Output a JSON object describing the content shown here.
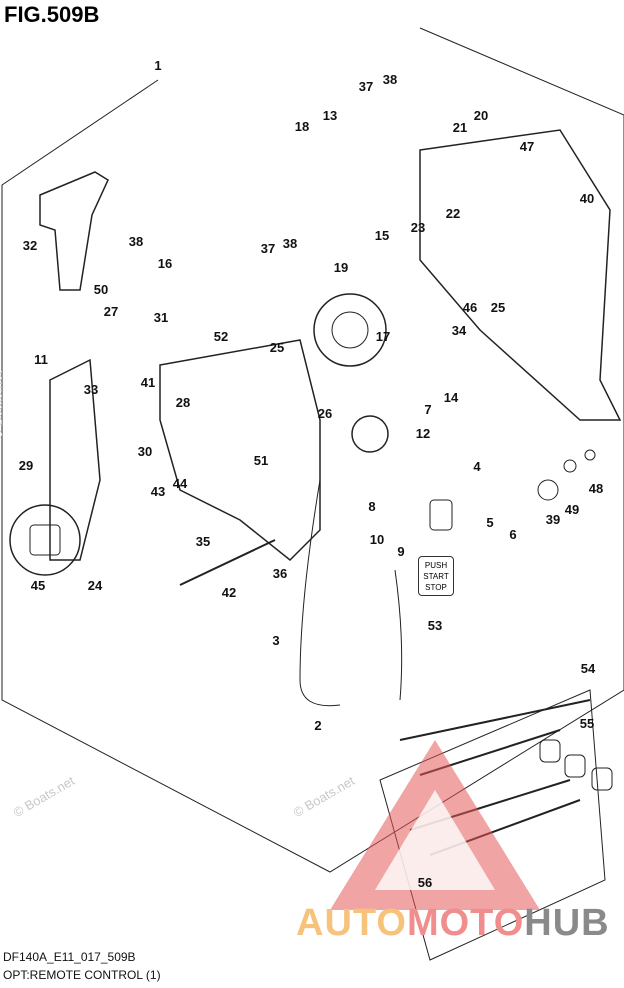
{
  "figure": {
    "title": "FIG.509B",
    "code": "DF140A_E11_017_509B",
    "caption": "OPT:REMOTE CONTROL (1)"
  },
  "button_label": {
    "line1": "PUSH",
    "line2": "START",
    "line3": "STOP"
  },
  "part_labels": [
    "1",
    "32",
    "38",
    "16",
    "50",
    "27",
    "31",
    "11",
    "33",
    "41",
    "28",
    "30",
    "29",
    "43",
    "44",
    "45",
    "24",
    "35",
    "52",
    "25",
    "26",
    "51",
    "42",
    "36",
    "3",
    "2",
    "37",
    "38",
    "18",
    "13",
    "37",
    "38",
    "19",
    "15",
    "23",
    "21",
    "20",
    "47",
    "22",
    "40",
    "17",
    "34",
    "46",
    "25",
    "7",
    "14",
    "12",
    "4",
    "8",
    "10",
    "9",
    "5",
    "6",
    "39",
    "49",
    "48",
    "53",
    "54",
    "55",
    "56"
  ],
  "watermarks": {
    "site": "© Boats.net",
    "brand_a": "AUTO",
    "brand_b": "MOTO",
    "brand_c": "HUB"
  },
  "colors": {
    "brand_orange": "#f7c27a",
    "brand_red": "#f08d8d",
    "brand_gray": "#8a8a8a"
  }
}
